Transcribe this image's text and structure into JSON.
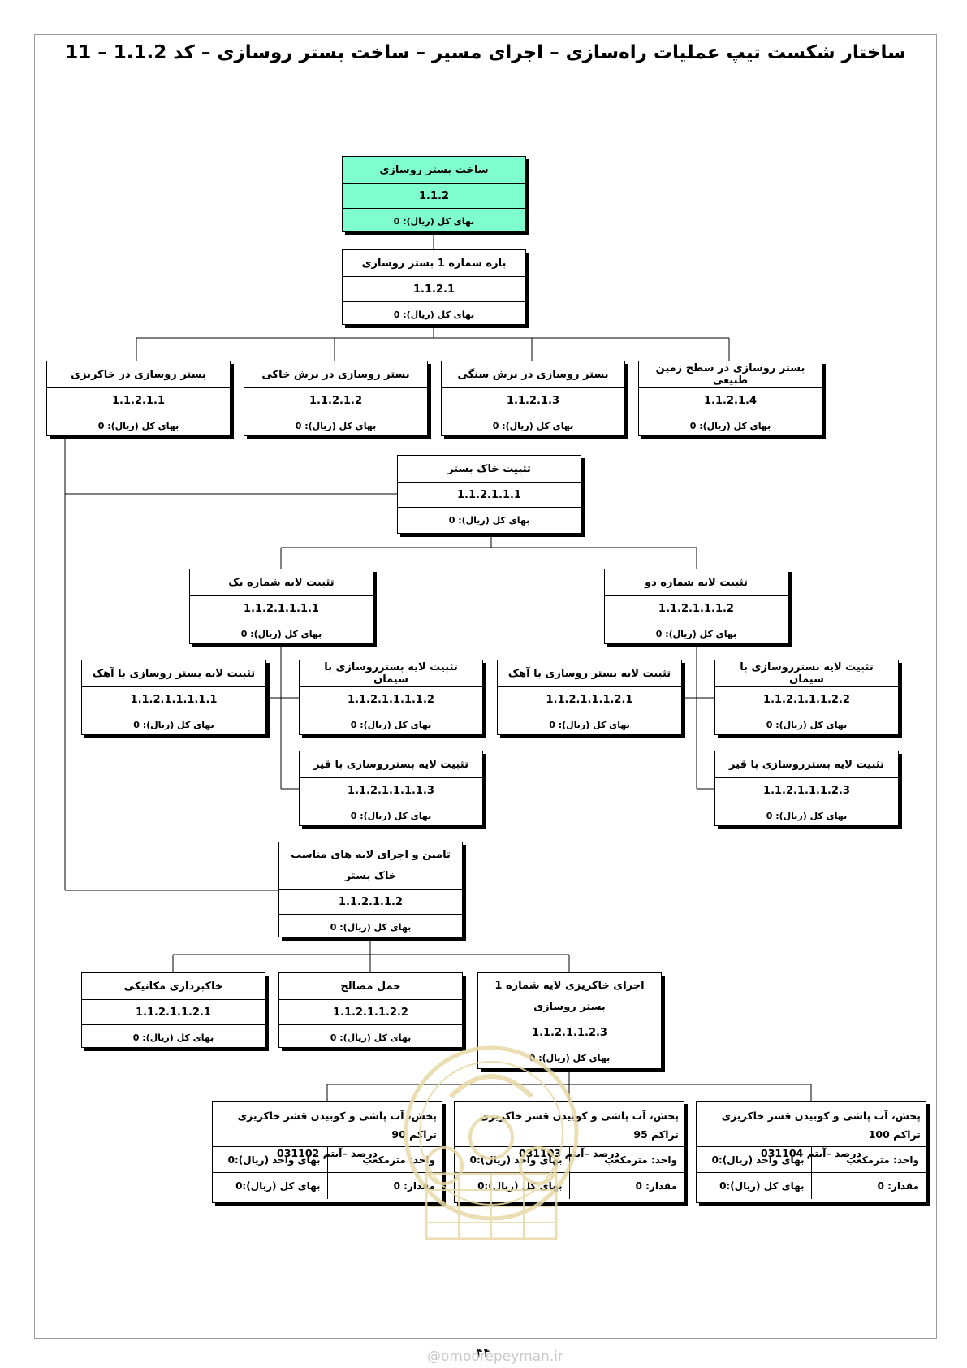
{
  "title": "ساختار شکست تیپ عملیات راه‌سازی – اجرای مسیر – ساخت بستر روسازی – کد 1.1.2 – 11",
  "nodes": {
    "n112": {
      "title": "ساخت بستر روسازی",
      "code": "1.1.2",
      "price": "بهای کل (ریال): 0"
    },
    "n1121": {
      "title": "بازه شماره 1 بستر روسازی",
      "code": "1.1.2.1",
      "price": "بهای کل (ریال): 0"
    },
    "n11211": {
      "title": "بستر روسازی در خاکریزی",
      "code": "1.1.2.1.1",
      "price": "بهای کل (ریال): 0"
    },
    "n11212": {
      "title": "بستر روسازی در برش خاکی",
      "code": "1.1.2.1.2",
      "price": "بهای کل (ریال): 0"
    },
    "n11213": {
      "title": "بستر روسازی در برش سنگی",
      "code": "1.1.2.1.3",
      "price": "بهای کل (ریال): 0"
    },
    "n11214": {
      "title": "بستر روسازی در سطح زمین طبیعی",
      "code": "1.1.2.1.4",
      "price": "بهای کل (ریال): 0"
    },
    "n112111": {
      "title": "تثبیت خاک بستر",
      "code": "1.1.2.1.1.1",
      "price": "بهای کل (ریال): 0"
    },
    "n1121111": {
      "title": "تثبیت لایه شماره یک",
      "code": "1.1.2.1.1.1.1",
      "price": "بهای کل (ریال): 0"
    },
    "n1121112": {
      "title": "تثبیت لایه شماره دو",
      "code": "1.1.2.1.1.1.2",
      "price": "بهای کل (ریال): 0"
    },
    "n11211111": {
      "title": "تثبیت لایه بستر روسازی با آهک",
      "code": "1.1.2.1.1.1.1.1",
      "price": "بهای کل (ریال): 0"
    },
    "n11211112": {
      "title": "تثبیت لایه بستر‌روسازی با سیمان",
      "code": "1.1.2.1.1.1.1.2",
      "price": "بهای کل (ریال): 0"
    },
    "n11211113": {
      "title": "تثبیت لایه بستر‌روسازی با قیر",
      "code": "1.1.2.1.1.1.1.3",
      "price": "بهای کل (ریال): 0"
    },
    "n11211121": {
      "title": "تثبیت لایه بستر روسازی با آهک",
      "code": "1.1.2.1.1.1.2.1",
      "price": "بهای کل (ریال): 0"
    },
    "n11211122": {
      "title": "تثبیت لایه بستر‌روسازی با سیمان",
      "code": "1.1.2.1.1.1.2.2",
      "price": "بهای کل (ریال): 0"
    },
    "n11211123": {
      "title": "تثبیت لایه بستر‌روسازی با قیر",
      "code": "1.1.2.1.1.1.2.3",
      "price": "بهای کل (ریال): 0"
    },
    "n112112": {
      "title": "تامین و اجرای لایه های مناسب خاک بستر",
      "code": "1.1.2.1.1.2",
      "price": "بهای کل (ریال): 0"
    },
    "n1121121": {
      "title": "خاکبرداری مکانیکی",
      "code": "1.1.2.1.1.2.1",
      "price": "بهای کل (ریال): 0"
    },
    "n1121122": {
      "title": "حمل مصالح",
      "code": "1.1.2.1.1.2.2",
      "price": "بهای کل (ریال): 0"
    },
    "n1121123": {
      "title": "اجرای خاکریزی لایه شماره 1 بستر روسازی",
      "code": "1.1.2.1.1.2.3",
      "price": "بهای کل (ریال): 0"
    }
  },
  "items": [
    {
      "line1": "پخش، آب پاشی و کوبیدن قشر خاکریزی تراکم 100",
      "line2": "درصد –آیتم 031104",
      "unit": "واحد: مترمکعب",
      "unit_price": "بهای واحد (ریال):0",
      "qty": "مقدار: 0",
      "total": "بهای کل (ریال):0"
    },
    {
      "line1": "پخش، آب پاشی و کوبیدن قشر خاکریزی تراکم 95",
      "line2": "درصد –آیتم 031103",
      "unit": "واحد: مترمکعب",
      "unit_price": "بهای واحد (ریال):0",
      "qty": "مقدار: 0",
      "total": "بهای کل (ریال):0"
    },
    {
      "line1": "پخش، آب پاشی و کوبیدن قشر خاکریزی تراکم 90",
      "line2": "درصد –آیتم 031102",
      "unit": "واحد: مترمکعب",
      "unit_price": "بهای واحد (ریال):0",
      "qty": "مقدار: 0",
      "total": "بهای کل (ریال):0"
    }
  ],
  "footer": {
    "page_number": "۴۴",
    "site": "@omoorepeyman.ir"
  },
  "colors": {
    "root_fill": "#7fffd0",
    "watermark": "#e8d9a6",
    "site_text": "#c9c9c9"
  },
  "watermark_icon": "seal-logo"
}
